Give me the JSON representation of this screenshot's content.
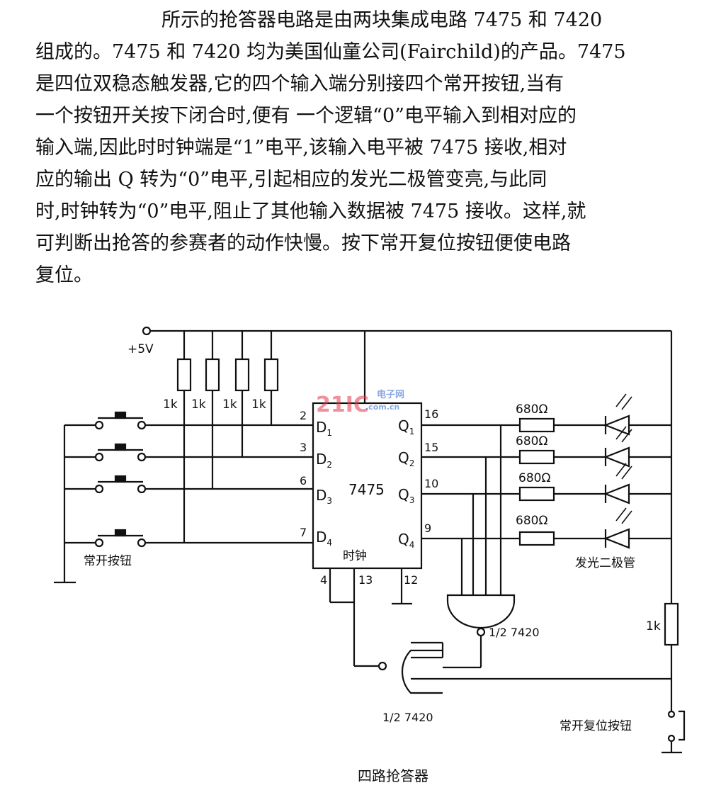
{
  "paragraph": {
    "lines": [
      "所示的抢答器电路是由两块集成电路 7475 和 7420",
      "组成的。7475 和 7420 均为美国仙童公司(Fairchild)的产品。7475",
      "是四位双稳态触发器,它的四个输入端分别接四个常开按钮,当有",
      "一个按钮开关按下闭合时,便有 一个逻辑“0”电平输入到相对应的",
      "输入端,因此时时钟端是“1”电平,该输入电平被 7475 接收,相对",
      "应的输出 Q 转为“0”电平,引起相应的发光二极管变亮,与此同",
      "时,时钟转为“0”电平,阻止了其他输入数据被 7475 接收。这样,就",
      "可判断出抢答的参赛者的动作快慢。按下常开复位按钮便使电路",
      "复位。"
    ]
  },
  "circuit": {
    "supply_label": "+5V",
    "pullup_resistors": [
      "1k",
      "1k",
      "1k",
      "1k"
    ],
    "chip_main": {
      "name": "7475",
      "clock_label": "时钟",
      "inputs": [
        {
          "name": "D",
          "sub": "1",
          "pin": "2"
        },
        {
          "name": "D",
          "sub": "2",
          "pin": "3"
        },
        {
          "name": "D",
          "sub": "3",
          "pin": "6"
        },
        {
          "name": "D",
          "sub": "4",
          "pin": "7"
        }
      ],
      "outputs": [
        {
          "name": "Q",
          "sub": "1",
          "pin": "16"
        },
        {
          "name": "Q",
          "sub": "2",
          "pin": "15"
        },
        {
          "name": "Q",
          "sub": "3",
          "pin": "10"
        },
        {
          "name": "Q",
          "sub": "4",
          "pin": "9"
        }
      ],
      "bottom_pins": [
        "4",
        "13",
        "12"
      ]
    },
    "led_resistors": [
      "680Ω",
      "680Ω",
      "680Ω",
      "680Ω"
    ],
    "led_label": "发光二极管",
    "buttons_label": "常开按钮",
    "reset_resistor": "1k",
    "reset_button_label": "常开复位按钮",
    "gate_labels": [
      "1/2 7420",
      "1/2 7420"
    ],
    "watermark": {
      "main": "21IC",
      "top": "电子网",
      "bottom": ".com.cn"
    },
    "caption": "四路抢答器"
  }
}
